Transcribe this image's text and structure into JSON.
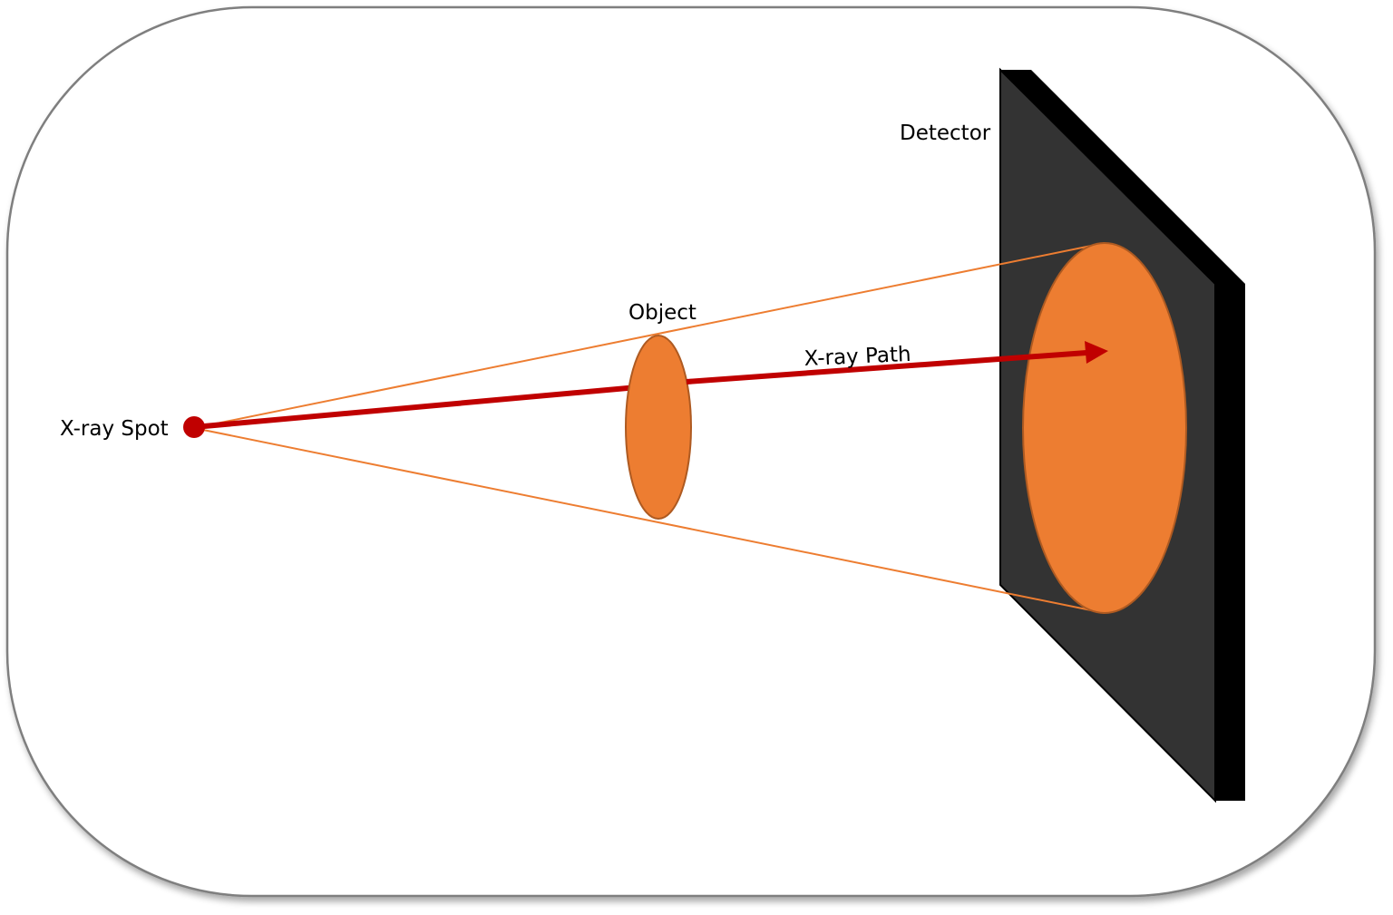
{
  "labels": {
    "xray_spot": "X-ray Spot",
    "object": "Object",
    "xray_path": "X-ray Path",
    "detector": "Detector"
  },
  "colors": {
    "frame_stroke": "#7f7f7f",
    "frame_fill": "#ffffff",
    "beam_outline": "#ed7d31",
    "object_fill": "#ed7d31",
    "object_stroke": "#ae5a21",
    "path_arrow": "#c00000",
    "source_dot": "#c00000",
    "detector_face": "#333333",
    "detector_edge": "#000000"
  },
  "icons": {
    "source": "source-dot-icon",
    "path": "arrow-right-icon"
  }
}
